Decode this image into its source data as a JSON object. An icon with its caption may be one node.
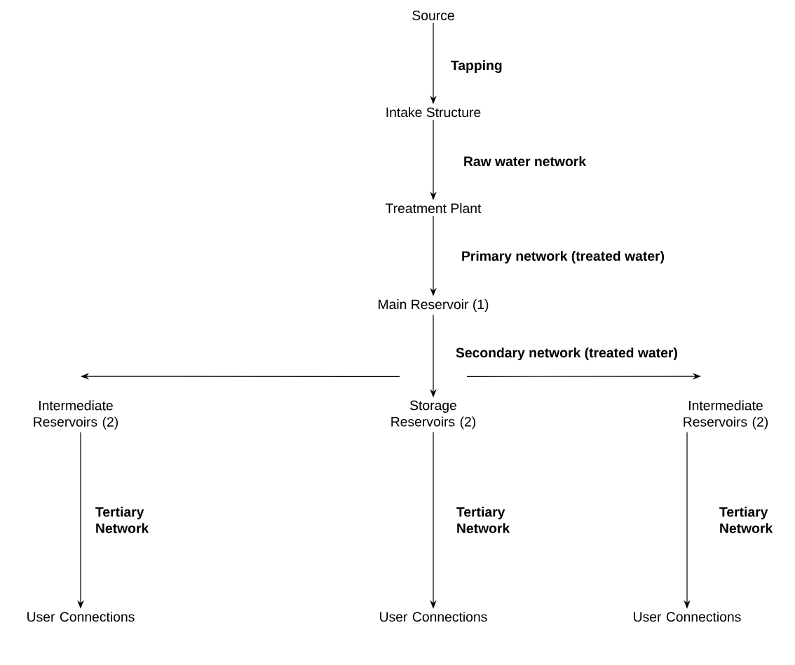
{
  "diagram": {
    "nodes": [
      {
        "text": [
          "Source"
        ]
      },
      {
        "text": [
          "Intake Structure"
        ]
      },
      {
        "text": [
          "Treatment Plant"
        ]
      },
      {
        "text": [
          "Main Reservoir (1)"
        ]
      },
      {
        "text": [
          "Intermediate Reservoirs (2)"
        ]
      },
      {
        "text": [
          "Storage Reservoirs (2)"
        ]
      },
      {
        "text": [
          "Intermediate Reservoirs (2)"
        ]
      },
      {
        "text": [
          "User Connections"
        ]
      },
      {
        "text": [
          "User Connections"
        ]
      },
      {
        "text": [
          "User Connections"
        ]
      }
    ],
    "edges": [
      {
        "from": 0,
        "to": 1,
        "arrow": "to",
        "label": "Tapping"
      },
      {
        "from": 1,
        "to": 2,
        "arrow": "to",
        "label": "Raw water network"
      },
      {
        "from": 2,
        "to": 3,
        "arrow": "to",
        "label": "Primary network (treated water)"
      },
      {
        "from": 3,
        "to": 5,
        "arrow": "to",
        "label": "Secondary network (treated water)"
      },
      {
        "from": 5,
        "to": 4,
        "arrow": "to"
      },
      {
        "from": 5,
        "to": 6,
        "arrow": "to"
      },
      {
        "from": 4,
        "to": 7,
        "arrow": "to",
        "label": "Tertiary Network"
      },
      {
        "from": 5,
        "to": 8,
        "arrow": "to",
        "label": "Tertiary Network"
      },
      {
        "from": 6,
        "to": 9,
        "arrow": "to",
        "label": "Tertiary Network"
      }
    ]
  }
}
